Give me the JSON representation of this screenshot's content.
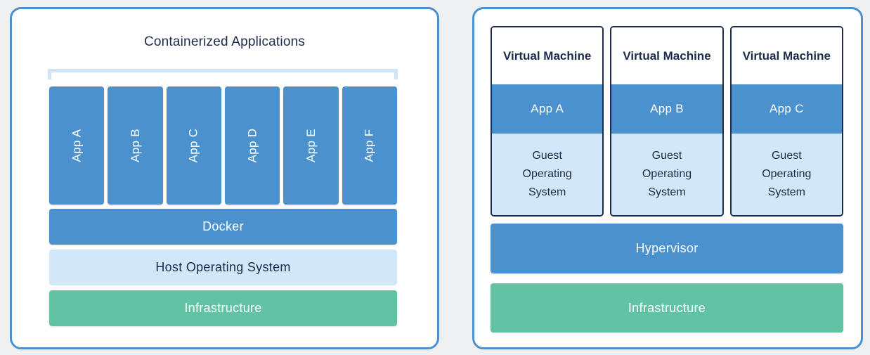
{
  "colors": {
    "blue": "#4a91ce",
    "light_blue": "#d2e8f9",
    "bracket_blue": "#cfe4f6",
    "green": "#61c3a3",
    "navy_text": "#1b2b4b",
    "page_background": "#eef0f2",
    "panel_border": "#4a91ce"
  },
  "left_panel": {
    "title": "Containerized Applications",
    "apps": [
      "App A",
      "App B",
      "App C",
      "App D",
      "App E",
      "App F"
    ],
    "layers": {
      "docker": "Docker",
      "host_os": "Host Operating System",
      "infrastructure": "Infrastructure"
    }
  },
  "right_panel": {
    "vms": [
      {
        "title": "Virtual Machine",
        "app": "App A",
        "guest_os": "Guest Operating System"
      },
      {
        "title": "Virtual Machine",
        "app": "App B",
        "guest_os": "Guest Operating System"
      },
      {
        "title": "Virtual Machine",
        "app": "App C",
        "guest_os": "Guest Operating System"
      }
    ],
    "layers": {
      "hypervisor": "Hypervisor",
      "infrastructure": "Infrastructure"
    }
  }
}
